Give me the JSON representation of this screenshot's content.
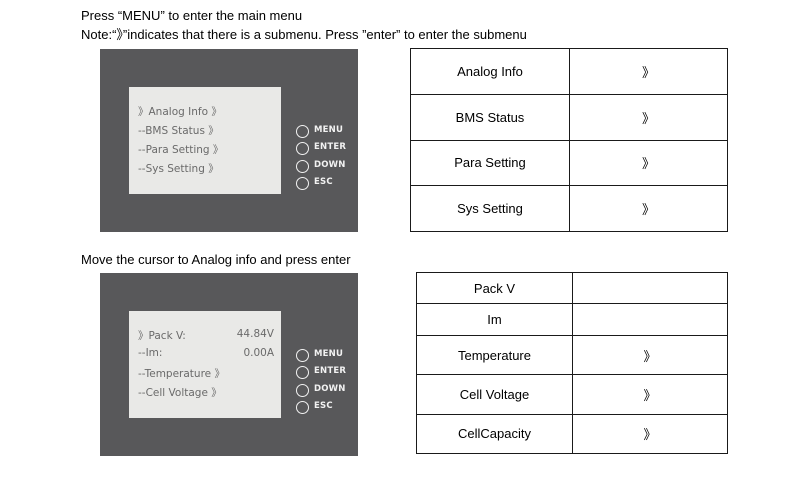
{
  "section1": {
    "line1": "Press “MENU” to enter the main menu",
    "line2": "Note:“》”indicates that there is a submenu. Press ”enter” to enter the submenu",
    "screen_lines": [
      {
        "text": "》Analog Info 》",
        "value": ""
      },
      {
        "text": "--BMS Status 》",
        "value": ""
      },
      {
        "text": "--Para Setting 》",
        "value": ""
      },
      {
        "text": "--Sys Setting 》",
        "value": ""
      }
    ],
    "table": [
      {
        "label": "Analog Info",
        "value": "》"
      },
      {
        "label": "BMS Status",
        "value": "》"
      },
      {
        "label": "Para Setting",
        "value": "》"
      },
      {
        "label": "Sys Setting",
        "value": "》"
      }
    ]
  },
  "section2": {
    "heading": "Move the cursor to Analog info and press enter",
    "screen_lines": [
      {
        "text": "》Pack V:",
        "value": "44.84V"
      },
      {
        "text": "--Im:",
        "value": "0.00A"
      },
      {
        "text": "--Temperature 》",
        "value": ""
      },
      {
        "text": "--Cell Voltage 》",
        "value": ""
      }
    ],
    "table": [
      {
        "label": "Pack V",
        "value": ""
      },
      {
        "label": "Im",
        "value": ""
      },
      {
        "label": "Temperature",
        "value": "》"
      },
      {
        "label": "Cell Voltage",
        "value": "》"
      },
      {
        "label": "CellCapacity",
        "value": "》"
      }
    ]
  },
  "buttons": [
    "MENU",
    "ENTER",
    "DOWN",
    "ESC"
  ]
}
